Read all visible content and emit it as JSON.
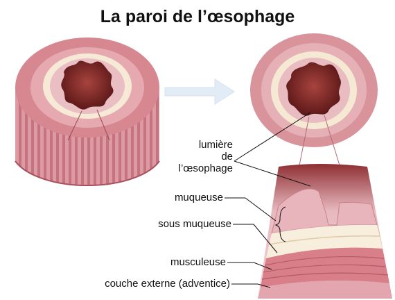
{
  "title": "La paroi de l’œsophage",
  "labels": {
    "lumiere": [
      "lumière",
      "de",
      "l’œsophage"
    ],
    "muqueuse": "muqueuse",
    "sous_muqueuse": "sous muqueuse",
    "musculeuse": "musculeuse",
    "couche_externe": "couche externe (adventice)"
  },
  "colors": {
    "muscle": "#d98e97",
    "muscle_dark": "#b9606e",
    "mucosa": "#e6b6bc",
    "submucosa": "#f5e9d3",
    "lumen": "#6b1d1d",
    "arrow": "#e2ecf6"
  }
}
